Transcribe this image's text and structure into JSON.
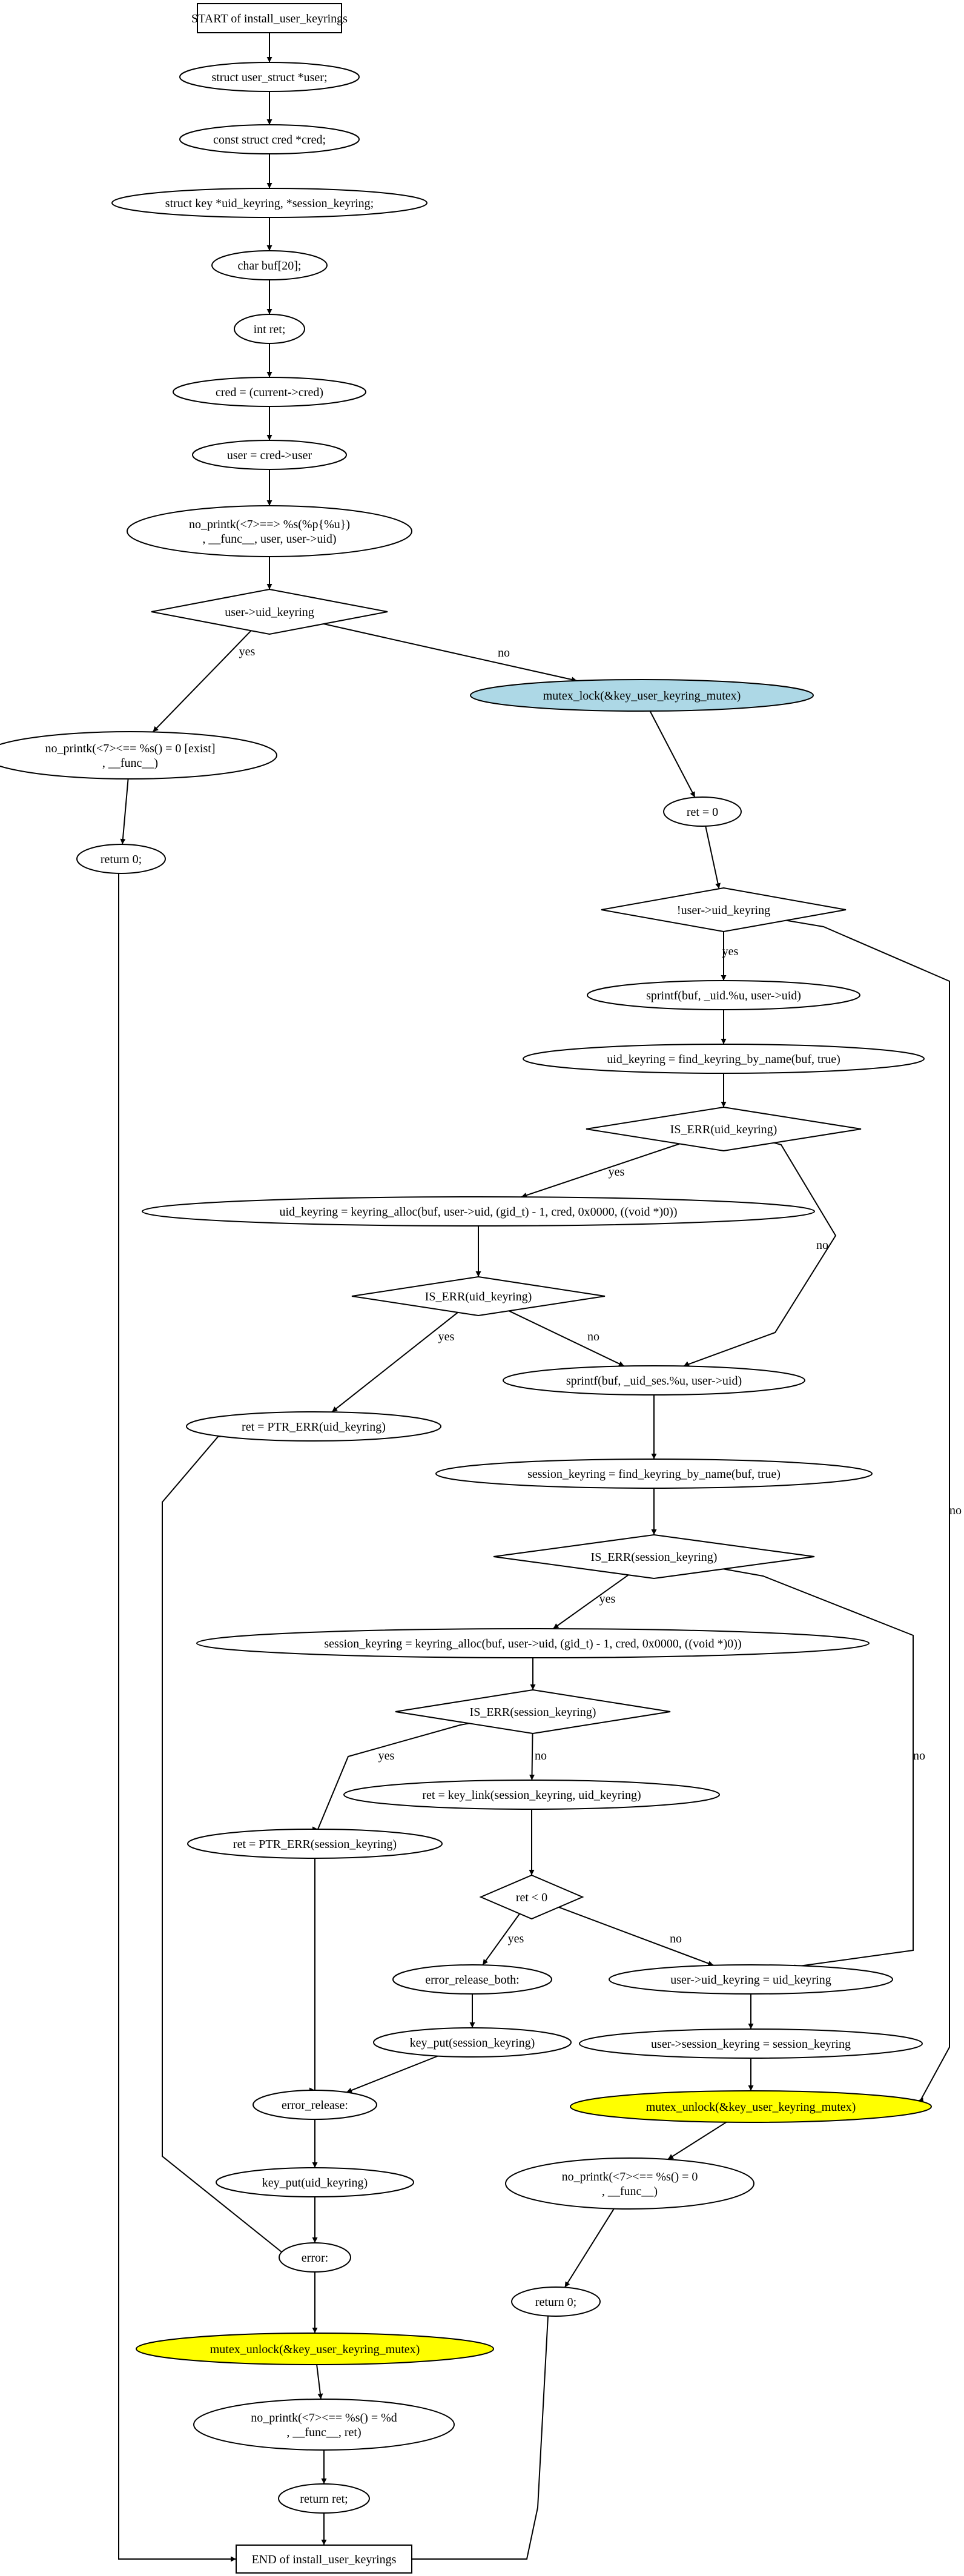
{
  "diagram": {
    "title": "install_user_keyrings",
    "colors": {
      "default_fill": "#ffffff",
      "stroke": "#000000",
      "lock_fill": "#add8e6",
      "unlock_fill": "#ffff00"
    },
    "nodes": [
      {
        "id": "start",
        "shape": "rect",
        "lines": [
          "START of install_user_keyrings"
        ]
      },
      {
        "id": "decl_user",
        "shape": "ellipse",
        "lines": [
          "struct user_struct *user;"
        ]
      },
      {
        "id": "decl_cred",
        "shape": "ellipse",
        "lines": [
          "const struct cred *cred;"
        ]
      },
      {
        "id": "decl_keyrings",
        "shape": "ellipse",
        "lines": [
          "struct key *uid_keyring, *session_keyring;"
        ]
      },
      {
        "id": "decl_buf",
        "shape": "ellipse",
        "lines": [
          "char buf[20];"
        ]
      },
      {
        "id": "decl_ret",
        "shape": "ellipse",
        "lines": [
          "int ret;"
        ]
      },
      {
        "id": "assign_cred",
        "shape": "ellipse",
        "lines": [
          "cred = (current->cred)"
        ]
      },
      {
        "id": "assign_user",
        "shape": "ellipse",
        "lines": [
          "user = cred->user"
        ]
      },
      {
        "id": "printk_enter",
        "shape": "ellipse",
        "lines": [
          "no_printk(<7>==> %s(%p{%u})",
          ", __func__, user, user->uid)"
        ]
      },
      {
        "id": "cond_uid_keyring",
        "shape": "diamond",
        "lines": [
          "user->uid_keyring"
        ]
      },
      {
        "id": "printk_exist",
        "shape": "ellipse",
        "lines": [
          "no_printk(<7><== %s() = 0 [exist]",
          ", __func__)"
        ]
      },
      {
        "id": "return0_a",
        "shape": "ellipse",
        "lines": [
          "return 0;"
        ]
      },
      {
        "id": "mutex_lock",
        "shape": "ellipse",
        "fill": "lock",
        "lines": [
          "mutex_lock(&key_user_keyring_mutex)"
        ]
      },
      {
        "id": "ret_zero",
        "shape": "ellipse",
        "lines": [
          "ret = 0"
        ]
      },
      {
        "id": "cond_not_uid_keyring",
        "shape": "diamond",
        "lines": [
          "!user->uid_keyring"
        ]
      },
      {
        "id": "sprintf_uid",
        "shape": "ellipse",
        "lines": [
          "sprintf(buf, _uid.%u, user->uid)"
        ]
      },
      {
        "id": "find_uid",
        "shape": "ellipse",
        "lines": [
          "uid_keyring = find_keyring_by_name(buf, true)"
        ]
      },
      {
        "id": "cond_iserr_uid1",
        "shape": "diamond",
        "lines": [
          "IS_ERR(uid_keyring)"
        ]
      },
      {
        "id": "alloc_uid",
        "shape": "ellipse",
        "lines": [
          "uid_keyring = keyring_alloc(buf, user->uid, (gid_t) - 1, cred, 0x0000, ((void *)0))"
        ]
      },
      {
        "id": "cond_iserr_uid2",
        "shape": "diamond",
        "lines": [
          "IS_ERR(uid_keyring)"
        ]
      },
      {
        "id": "ret_ptr_err_uid",
        "shape": "ellipse",
        "lines": [
          "ret = PTR_ERR(uid_keyring)"
        ]
      },
      {
        "id": "sprintf_ses",
        "shape": "ellipse",
        "lines": [
          "sprintf(buf, _uid_ses.%u, user->uid)"
        ]
      },
      {
        "id": "find_ses",
        "shape": "ellipse",
        "lines": [
          "session_keyring = find_keyring_by_name(buf, true)"
        ]
      },
      {
        "id": "cond_iserr_ses1",
        "shape": "diamond",
        "lines": [
          "IS_ERR(session_keyring)"
        ]
      },
      {
        "id": "alloc_ses",
        "shape": "ellipse",
        "lines": [
          "session_keyring = keyring_alloc(buf, user->uid, (gid_t) - 1, cred, 0x0000, ((void *)0))"
        ]
      },
      {
        "id": "cond_iserr_ses2",
        "shape": "diamond",
        "lines": [
          "IS_ERR(session_keyring)"
        ]
      },
      {
        "id": "ret_ptr_err_ses",
        "shape": "ellipse",
        "lines": [
          "ret = PTR_ERR(session_keyring)"
        ]
      },
      {
        "id": "key_link",
        "shape": "ellipse",
        "lines": [
          "ret = key_link(session_keyring, uid_keyring)"
        ]
      },
      {
        "id": "cond_ret_lt0",
        "shape": "diamond",
        "lines": [
          "ret < 0"
        ]
      },
      {
        "id": "error_release_both",
        "shape": "ellipse",
        "lines": [
          "error_release_both:"
        ]
      },
      {
        "id": "key_put_ses",
        "shape": "ellipse",
        "lines": [
          "key_put(session_keyring)"
        ]
      },
      {
        "id": "error_release",
        "shape": "ellipse",
        "lines": [
          "error_release:"
        ]
      },
      {
        "id": "key_put_uid",
        "shape": "ellipse",
        "lines": [
          "key_put(uid_keyring)"
        ]
      },
      {
        "id": "error_label",
        "shape": "ellipse",
        "lines": [
          "error:"
        ]
      },
      {
        "id": "mutex_unlock_err",
        "shape": "ellipse",
        "fill": "unlock",
        "lines": [
          "mutex_unlock(&key_user_keyring_mutex)"
        ]
      },
      {
        "id": "printk_ret",
        "shape": "ellipse",
        "lines": [
          "no_printk(<7><== %s() = %d",
          ", __func__, ret)"
        ]
      },
      {
        "id": "return_ret",
        "shape": "ellipse",
        "lines": [
          "return ret;"
        ]
      },
      {
        "id": "set_uid_keyring",
        "shape": "ellipse",
        "lines": [
          "user->uid_keyring = uid_keyring"
        ]
      },
      {
        "id": "set_ses_keyring",
        "shape": "ellipse",
        "lines": [
          "user->session_keyring = session_keyring"
        ]
      },
      {
        "id": "mutex_unlock_ok",
        "shape": "ellipse",
        "fill": "unlock",
        "lines": [
          "mutex_unlock(&key_user_keyring_mutex)"
        ]
      },
      {
        "id": "printk_ok",
        "shape": "ellipse",
        "lines": [
          "no_printk(<7><== %s() = 0",
          ", __func__)"
        ]
      },
      {
        "id": "return0_b",
        "shape": "ellipse",
        "lines": [
          "return 0;"
        ]
      },
      {
        "id": "end",
        "shape": "rect",
        "lines": [
          "END of install_user_keyrings"
        ]
      }
    ],
    "edges": [
      {
        "from": "start",
        "to": "decl_user",
        "label": ""
      },
      {
        "from": "decl_user",
        "to": "decl_cred",
        "label": ""
      },
      {
        "from": "decl_cred",
        "to": "decl_keyrings",
        "label": ""
      },
      {
        "from": "decl_keyrings",
        "to": "decl_buf",
        "label": ""
      },
      {
        "from": "decl_buf",
        "to": "decl_ret",
        "label": ""
      },
      {
        "from": "decl_ret",
        "to": "assign_cred",
        "label": ""
      },
      {
        "from": "assign_cred",
        "to": "assign_user",
        "label": ""
      },
      {
        "from": "assign_user",
        "to": "printk_enter",
        "label": ""
      },
      {
        "from": "printk_enter",
        "to": "cond_uid_keyring",
        "label": ""
      },
      {
        "from": "cond_uid_keyring",
        "to": "printk_exist",
        "label": "yes"
      },
      {
        "from": "cond_uid_keyring",
        "to": "mutex_lock",
        "label": "no"
      },
      {
        "from": "printk_exist",
        "to": "return0_a",
        "label": ""
      },
      {
        "from": "return0_a",
        "to": "end",
        "label": ""
      },
      {
        "from": "mutex_lock",
        "to": "ret_zero",
        "label": ""
      },
      {
        "from": "ret_zero",
        "to": "cond_not_uid_keyring",
        "label": ""
      },
      {
        "from": "cond_not_uid_keyring",
        "to": "sprintf_uid",
        "label": "yes"
      },
      {
        "from": "cond_not_uid_keyring",
        "to": "mutex_unlock_ok",
        "label": "no"
      },
      {
        "from": "sprintf_uid",
        "to": "find_uid",
        "label": ""
      },
      {
        "from": "find_uid",
        "to": "cond_iserr_uid1",
        "label": ""
      },
      {
        "from": "cond_iserr_uid1",
        "to": "alloc_uid",
        "label": "yes"
      },
      {
        "from": "cond_iserr_uid1",
        "to": "sprintf_ses",
        "label": "no"
      },
      {
        "from": "alloc_uid",
        "to": "cond_iserr_uid2",
        "label": ""
      },
      {
        "from": "cond_iserr_uid2",
        "to": "ret_ptr_err_uid",
        "label": "yes"
      },
      {
        "from": "cond_iserr_uid2",
        "to": "sprintf_ses",
        "label": "no"
      },
      {
        "from": "ret_ptr_err_uid",
        "to": "error_label",
        "label": ""
      },
      {
        "from": "sprintf_ses",
        "to": "find_ses",
        "label": ""
      },
      {
        "from": "find_ses",
        "to": "cond_iserr_ses1",
        "label": ""
      },
      {
        "from": "cond_iserr_ses1",
        "to": "alloc_ses",
        "label": "yes"
      },
      {
        "from": "cond_iserr_ses1",
        "to": "set_uid_keyring",
        "label": "no"
      },
      {
        "from": "alloc_ses",
        "to": "cond_iserr_ses2",
        "label": ""
      },
      {
        "from": "cond_iserr_ses2",
        "to": "ret_ptr_err_ses",
        "label": "yes"
      },
      {
        "from": "cond_iserr_ses2",
        "to": "key_link",
        "label": "no"
      },
      {
        "from": "ret_ptr_err_ses",
        "to": "error_release",
        "label": ""
      },
      {
        "from": "key_link",
        "to": "cond_ret_lt0",
        "label": ""
      },
      {
        "from": "cond_ret_lt0",
        "to": "error_release_both",
        "label": "yes"
      },
      {
        "from": "cond_ret_lt0",
        "to": "set_uid_keyring",
        "label": "no"
      },
      {
        "from": "error_release_both",
        "to": "key_put_ses",
        "label": ""
      },
      {
        "from": "key_put_ses",
        "to": "error_release",
        "label": ""
      },
      {
        "from": "error_release",
        "to": "key_put_uid",
        "label": ""
      },
      {
        "from": "key_put_uid",
        "to": "error_label",
        "label": ""
      },
      {
        "from": "error_label",
        "to": "mutex_unlock_err",
        "label": ""
      },
      {
        "from": "mutex_unlock_err",
        "to": "printk_ret",
        "label": ""
      },
      {
        "from": "printk_ret",
        "to": "return_ret",
        "label": ""
      },
      {
        "from": "return_ret",
        "to": "end",
        "label": ""
      },
      {
        "from": "set_uid_keyring",
        "to": "set_ses_keyring",
        "label": ""
      },
      {
        "from": "set_ses_keyring",
        "to": "mutex_unlock_ok",
        "label": ""
      },
      {
        "from": "mutex_unlock_ok",
        "to": "printk_ok",
        "label": ""
      },
      {
        "from": "printk_ok",
        "to": "return0_b",
        "label": ""
      },
      {
        "from": "return0_b",
        "to": "end",
        "label": ""
      }
    ]
  }
}
